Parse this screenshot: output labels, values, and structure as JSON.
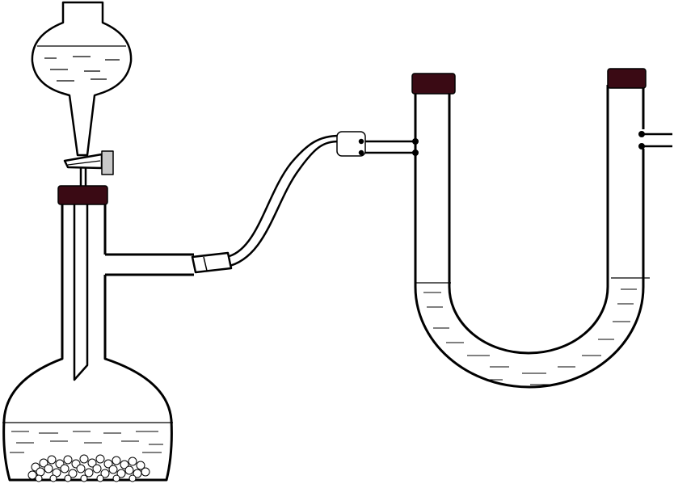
{
  "diagram": {
    "type": "chemistry-apparatus",
    "components": [
      {
        "name": "separatory-funnel",
        "contains": "liquid"
      },
      {
        "name": "stopcock"
      },
      {
        "name": "rubber-stopper",
        "color": "#3a0a14"
      },
      {
        "name": "round-bottom-flask",
        "contains": [
          "liquid",
          "granules"
        ]
      },
      {
        "name": "side-arm-delivery-tube"
      },
      {
        "name": "rubber-tubing"
      },
      {
        "name": "u-tube",
        "contains": "liquid"
      },
      {
        "name": "u-tube-stoppers",
        "color": "#3a0a14"
      },
      {
        "name": "u-tube-outlet-tube"
      }
    ],
    "colors": {
      "stroke": "#000000",
      "stopper": "#3a0a14",
      "stopcock-handle": "#c8c8c8",
      "background": "#ffffff"
    }
  }
}
